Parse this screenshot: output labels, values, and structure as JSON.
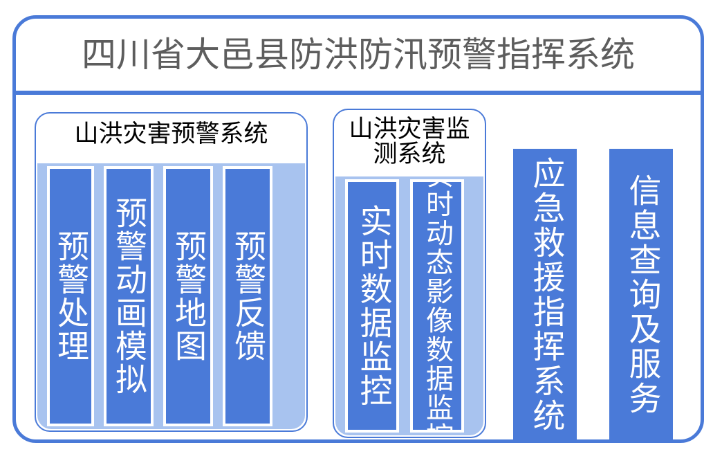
{
  "header": {
    "title": "四川省大邑县防洪防汛预警指挥系统",
    "title_color": "#5d5d5d"
  },
  "theme": {
    "frame_border": "#4a7ad8",
    "tile_blue": "#4a7ad8",
    "panel_light_blue": "#a8c3ef",
    "tile_text": "#ffffff",
    "background": "#ffffff"
  },
  "main": {
    "groups": [
      {
        "id": "warning-system",
        "title": "山洪灾害预警系统",
        "columns": [
          {
            "id": "warning-processing",
            "label": "预警处理"
          },
          {
            "id": "warning-animation-simulation",
            "label": "预警动画模拟"
          },
          {
            "id": "warning-map",
            "label": "预警地图"
          },
          {
            "id": "warning-feedback",
            "label": "预警反馈"
          }
        ]
      },
      {
        "id": "monitoring-system",
        "title": "山洪灾害监测系统",
        "columns": [
          {
            "id": "realtime-data-monitoring",
            "label": "实时数据监控"
          },
          {
            "id": "realtime-dynamic-image-data-monitoring",
            "label": "实时动态影像数据监控"
          }
        ]
      }
    ],
    "standalone_columns": [
      {
        "id": "emergency-rescue-command-system",
        "label": "应急救援指挥系统"
      },
      {
        "id": "information-query-and-service",
        "label": "信息查询及服务"
      }
    ]
  }
}
